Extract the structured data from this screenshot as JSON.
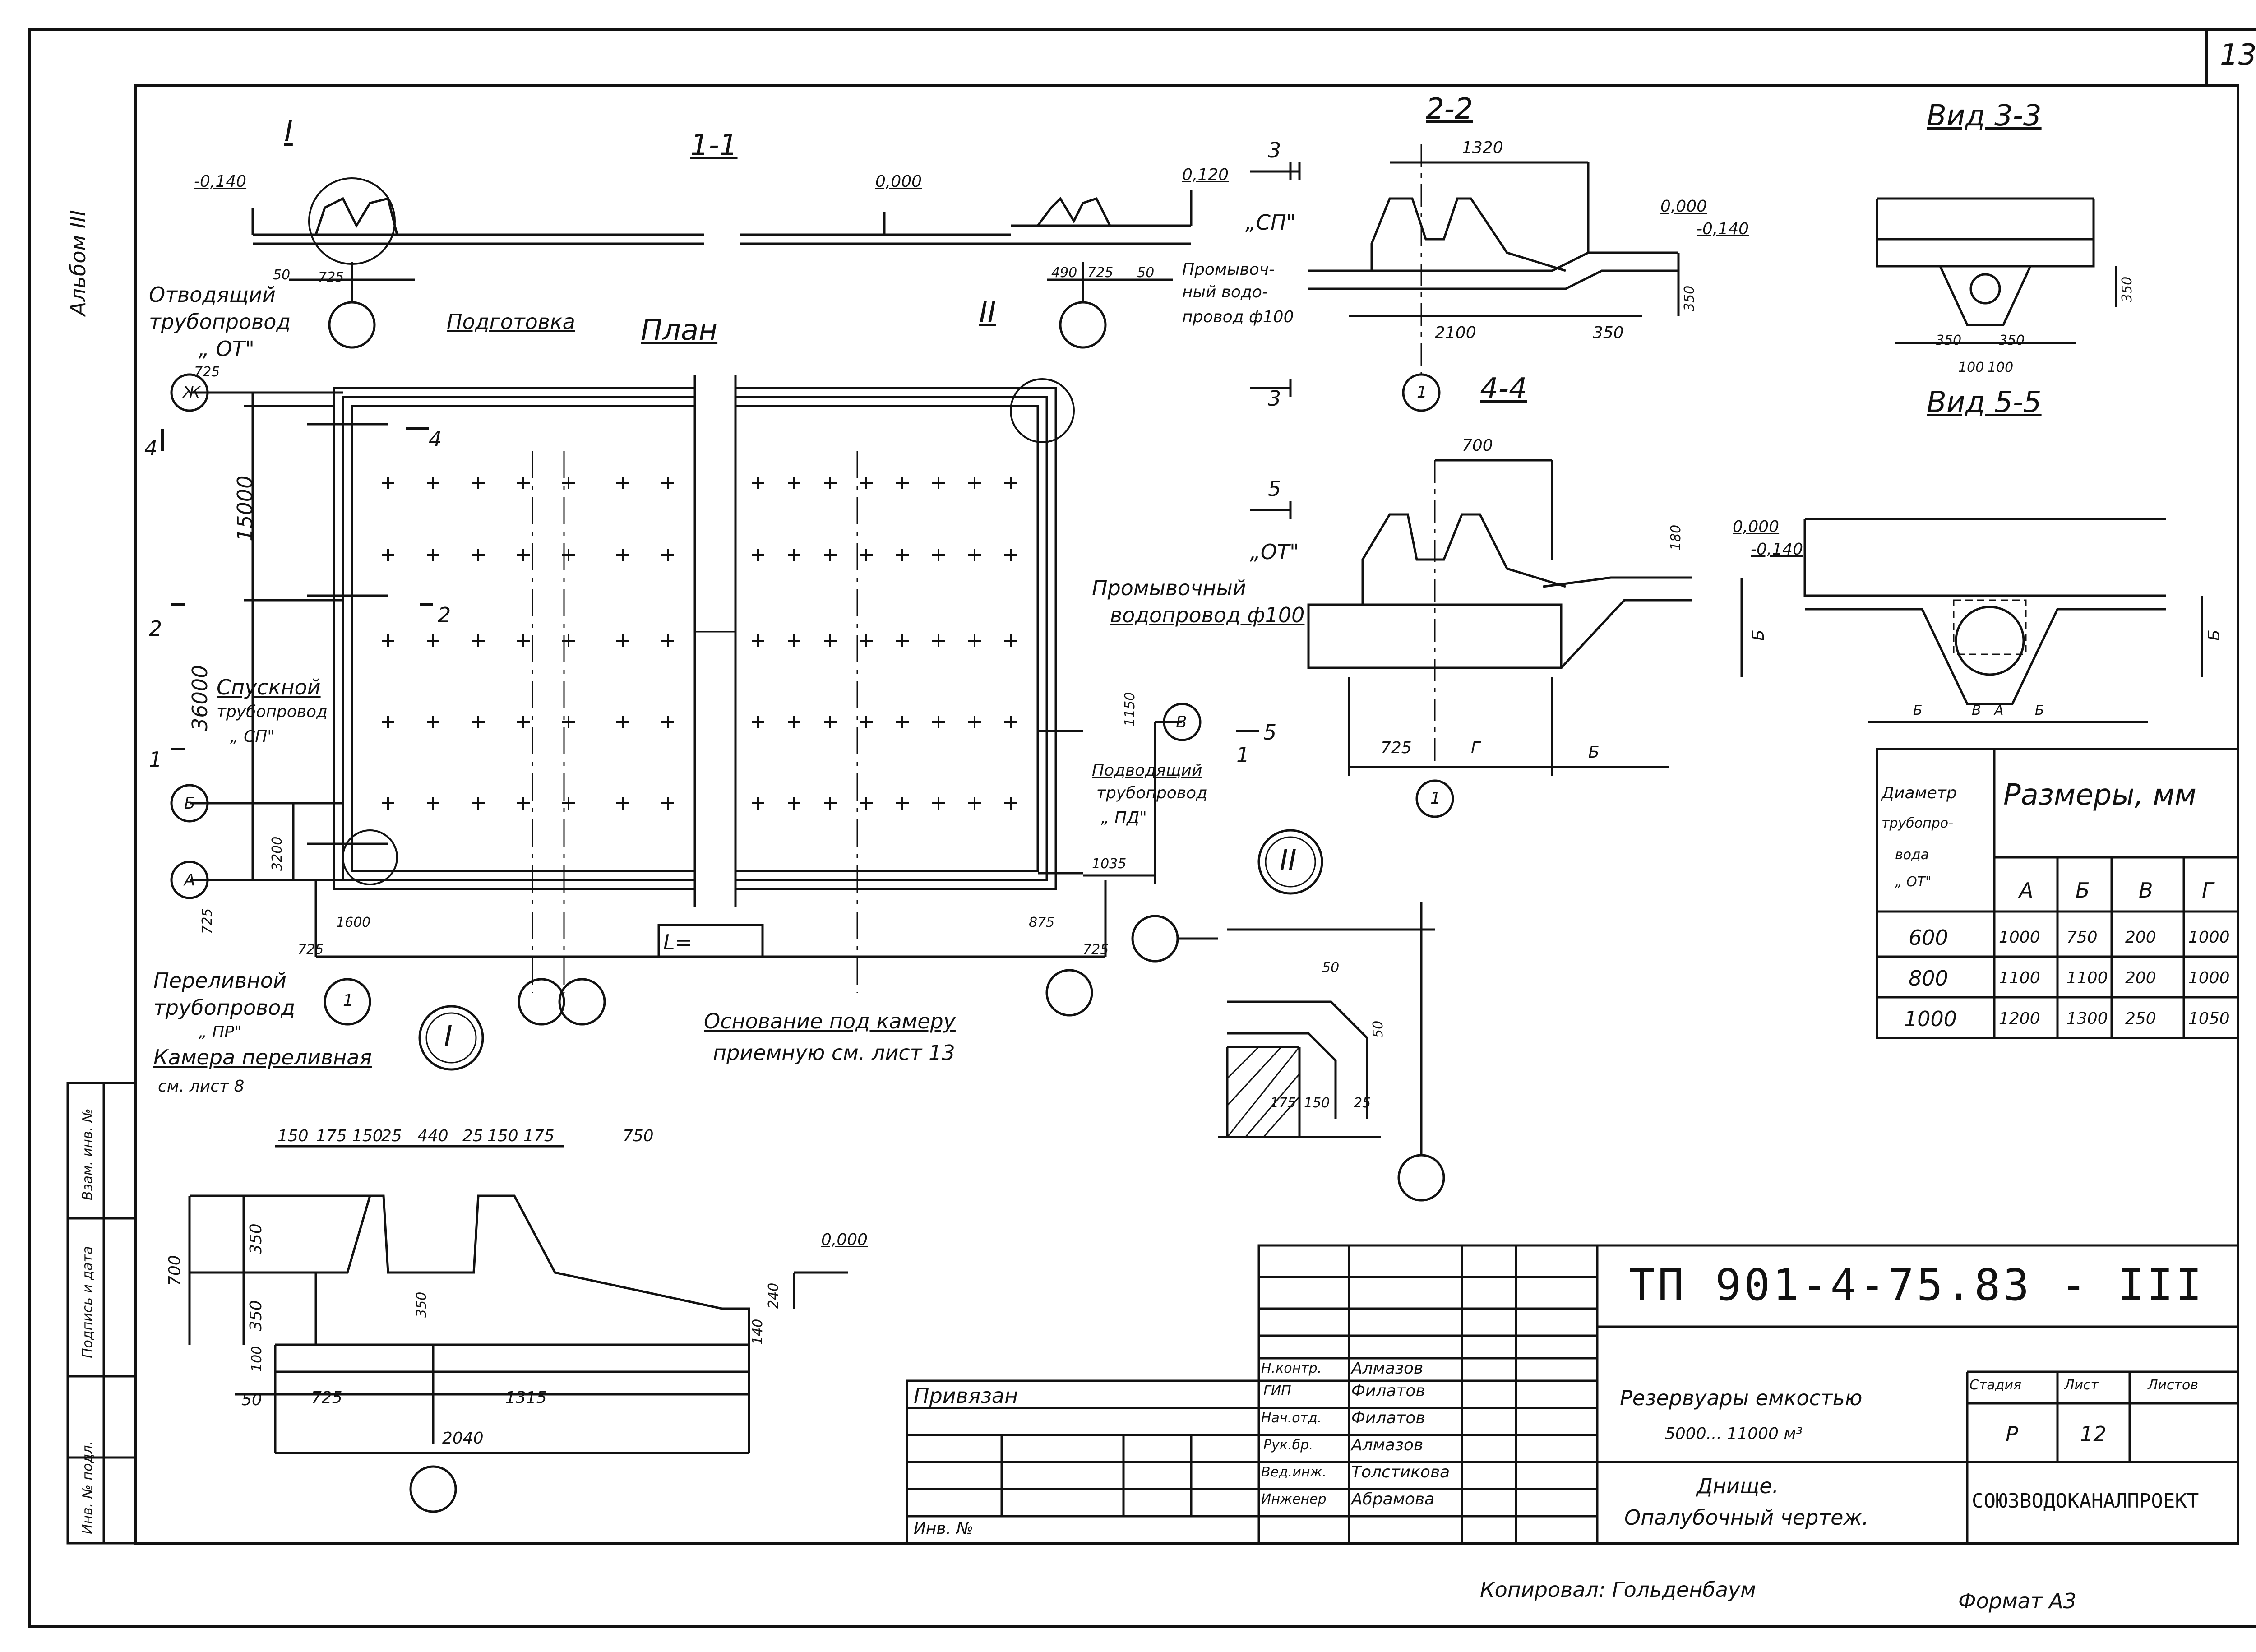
{
  "sheet": {
    "sheet_number_corner": "13",
    "album_label": "Альбом III",
    "footer_copied": "Копировал: Гольденбаум",
    "footer_format": "Формат А3"
  },
  "side_stamp": {
    "cells": [
      "Взам. инв. №",
      "Подпись и дата",
      "Инв. № подл."
    ]
  },
  "section_1_1": {
    "title": "1-1",
    "level_left": "-0,140",
    "level_mid": "0,000",
    "level_right": "0,120",
    "label_podgotovka": "Подготовка",
    "dim_50": "50",
    "dim_725": "725",
    "dim_490": "490",
    "dim_725b": "725",
    "dim_50b": "50",
    "node_I": "I",
    "node_II": "II"
  },
  "plan": {
    "title": "План",
    "axis_zh": "Ж",
    "axis_b": "Б",
    "axis_a": "А",
    "axis_v": "В",
    "axis_1": "1",
    "dim_725_top": "725",
    "dim_15000": "15000",
    "dim_36000": "36000",
    "dim_3200": "3200",
    "dim_725_bottom": "725",
    "dim_1600": "1600",
    "dim_725_left": "725",
    "dim_1150": "1150",
    "dim_1035": "1035",
    "dim_875": "875",
    "dim_725_right": "725",
    "l_box": "L=",
    "cut_4": "4",
    "cut_2": "2",
    "cut_1": "1",
    "cut_5": "5",
    "cut_3": "3",
    "label_otvod": [
      "Отводящий",
      "трубопровод",
      "„ ОТ\""
    ],
    "label_spusk": [
      "Спускной",
      "трубопровод",
      "„ СП\""
    ],
    "label_perel": [
      "Переливной",
      "трубопровод",
      "„ ПР\""
    ],
    "label_kamera": [
      "Камера переливная",
      "см. лист 8"
    ],
    "label_promyv": [
      "Промывочный",
      "водопровод ф100"
    ],
    "label_podvod": [
      "Подводящий",
      "трубопровод",
      "„ ПД\""
    ],
    "label_osnovanie": [
      "Основание под камеру",
      "приемную см. лист 13"
    ]
  },
  "section_2_2": {
    "title": "2-2",
    "label_sp": "„СП\"",
    "label_promyv": [
      "Промывоч-",
      "ный водо-",
      "провод ф100"
    ],
    "dim_1320": "1320",
    "dim_2100": "2100",
    "dim_350": "350",
    "dim_350v": "350",
    "level_0": "0,000",
    "level_m": "-0,140",
    "axis_1": "1"
  },
  "section_4_4": {
    "title": "4-4",
    "label_ot": "„ОТ\"",
    "dim_700": "700",
    "dim_180": "180",
    "dim_725": "725",
    "dim_g": "Г",
    "dim_b": "Б",
    "dim_bv": "Б",
    "level_0": "0,000",
    "level_m": "-0,140",
    "axis_1": "1"
  },
  "view_3_3": {
    "title": "Вид 3-3",
    "dim_350a": "350",
    "dim_350b": "350",
    "dim_100a": "100",
    "dim_100b": "100",
    "dim_350v": "350"
  },
  "view_5_5": {
    "title": "Вид 5-5",
    "dim_b1": "Б",
    "dim_v1": "В",
    "dim_a": "А",
    "dim_b2": "Б",
    "dim_bv": "Б"
  },
  "dims_table": {
    "head_col1": [
      "Диаметр",
      "трубопро-",
      "вода",
      "„ ОТ\""
    ],
    "head_group": "Размеры, мм",
    "columns": [
      "А",
      "Б",
      "В",
      "Г"
    ],
    "rows": [
      {
        "d": "600",
        "a": "1000",
        "b": "750",
        "v": "200",
        "g": "1000"
      },
      {
        "d": "800",
        "a": "1100",
        "b": "1100",
        "v": "200",
        "g": "1000"
      },
      {
        "d": "1000",
        "a": "1200",
        "b": "1300",
        "v": "250",
        "g": "1050"
      }
    ]
  },
  "node_I_detail": {
    "node_label": "I",
    "dims_top": [
      "150",
      "175",
      "150",
      "25",
      "440",
      "25",
      "150",
      "175",
      "750"
    ],
    "dim_700": "700",
    "dim_350a": "350",
    "dim_350b": "350",
    "dim_350c": "350",
    "dim_100": "100",
    "dim_240": "240",
    "dim_140": "140",
    "dim_50": "50",
    "dim_725": "725",
    "dim_1315": "1315",
    "dim_2040": "2040",
    "level_0": "0,000"
  },
  "node_II_detail": {
    "node_label": "II",
    "dim_50a": "50",
    "dim_50b": "50",
    "dim_175": "175",
    "dim_150": "150",
    "dim_25": "25"
  },
  "title_block": {
    "code": "ТП 901-4-75.83 - III",
    "privyazan": "Привязан",
    "inv": "Инв. №",
    "roles": [
      "Н.контр.",
      "ГИП",
      "Нач.отд.",
      "Рук.бр.",
      "Вед.инж.",
      "Инженер"
    ],
    "names": [
      "Алмазов",
      "Филатов",
      "Филатов",
      "Алмазов",
      "Толстикова",
      "Абрамова"
    ],
    "object_line1": "Резервуары емкостью",
    "object_line2": "5000... 11000 м³",
    "sheet_title1": "Днище.",
    "sheet_title2": "Опалубочный чертеж.",
    "stage_head": "Стадия",
    "sheet_head": "Лист",
    "sheets_head": "Листов",
    "stage": "Р",
    "sheet": "12",
    "org": "СОЮЗВОДОКАНАЛПРОЕКТ"
  }
}
